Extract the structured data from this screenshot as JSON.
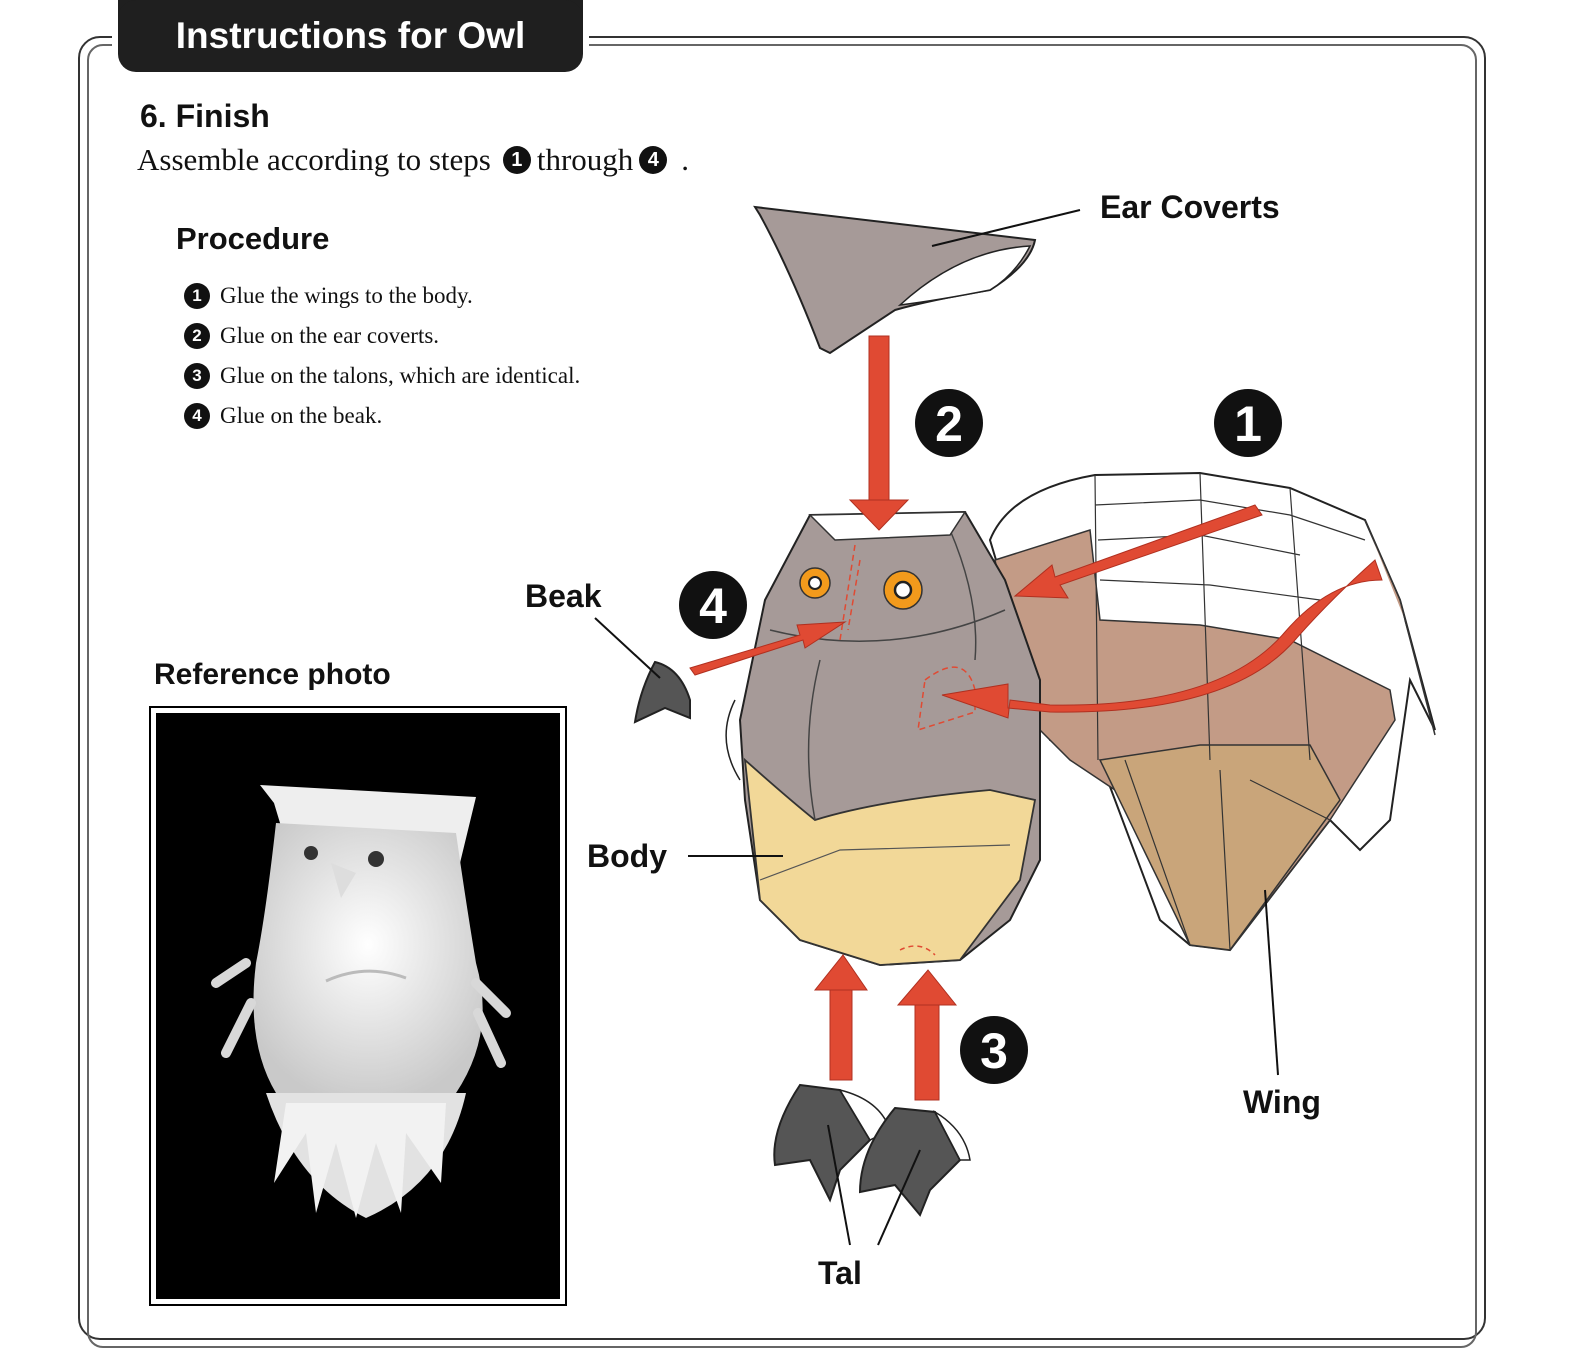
{
  "header": {
    "title": "Instructions for Owl"
  },
  "step": {
    "heading": "6. Finish",
    "desc_before": "Assemble according to steps",
    "desc_first_num": "1",
    "desc_middle": "through",
    "desc_last_num": "4",
    "desc_after": "."
  },
  "procedure": {
    "heading": "Procedure",
    "items": [
      {
        "num": "1",
        "text": "Glue the wings to the body."
      },
      {
        "num": "2",
        "text": "Glue on the ear coverts."
      },
      {
        "num": "3",
        "text": "Glue on the talons, which are identical."
      },
      {
        "num": "4",
        "text": "Glue on the beak."
      }
    ]
  },
  "reference": {
    "heading": "Reference photo"
  },
  "diagram": {
    "labels": {
      "ear_coverts": "Ear Coverts",
      "beak": "Beak",
      "body": "Body",
      "wing": "Wing",
      "talon": "Tal"
    },
    "step_numbers": [
      "1",
      "2",
      "3",
      "4"
    ],
    "colors": {
      "arrow": "#e04a33",
      "owl_gray": "#a69a98",
      "body_yellow": "#f2d898",
      "wing_tan": "#c9a57a",
      "wing_brown": "#c39b86",
      "talon_dark": "#555555",
      "eye_orange": "#f29a1c"
    }
  }
}
